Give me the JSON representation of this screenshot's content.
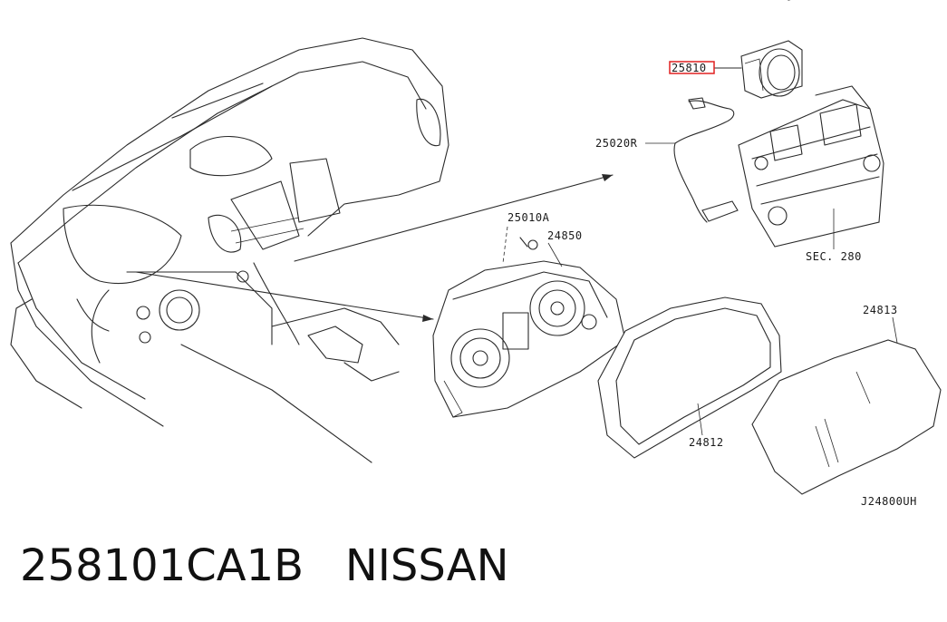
{
  "diagram": {
    "part_labels": {
      "highlighted": "25810",
      "harness": "25020R",
      "screw": "25010A",
      "combination_meter": "24850",
      "cluster_mask": "24812",
      "cluster_lens": "24813",
      "section_ref": "SEC. 280",
      "drawing_code": "J24800UH"
    },
    "highlight_color": "#e02020"
  },
  "caption": {
    "part_number": "258101CA1B",
    "brand": "NISSAN"
  }
}
